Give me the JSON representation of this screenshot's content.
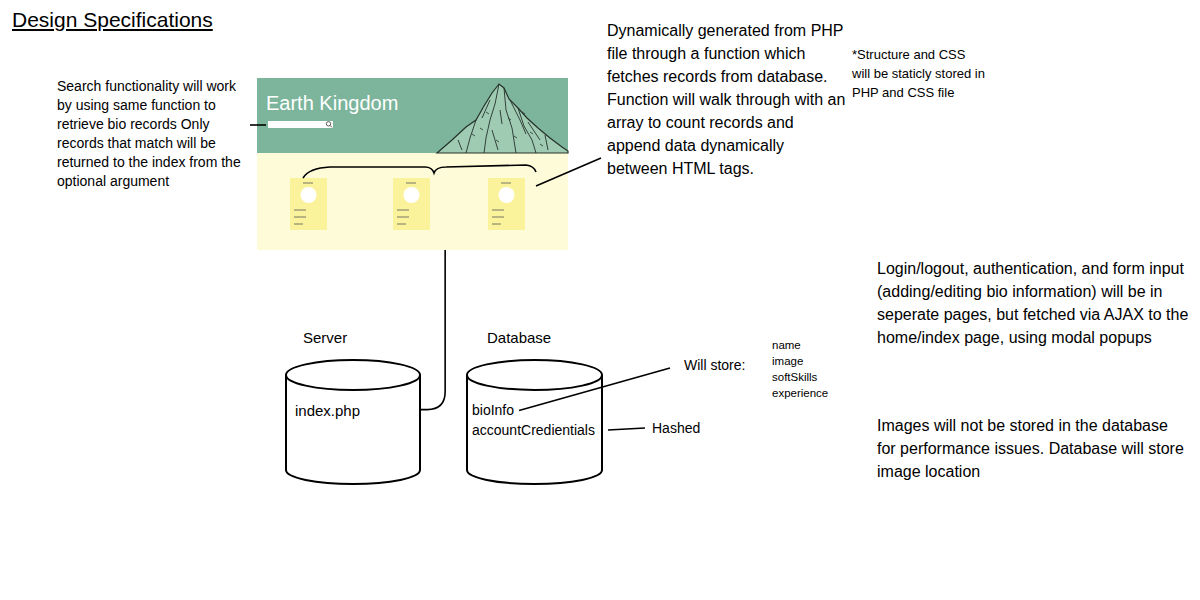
{
  "diagram": {
    "title": "Design Specifications",
    "nodes": [
      {
        "text": [
          "Earth Kingdom"
        ]
      },
      {
        "text": [
          "Server",
          "index.php"
        ]
      },
      {
        "text": [
          "Database",
          "bioInfo",
          "accountCredientials"
        ]
      }
    ],
    "edges": [
      {
        "from": 0,
        "to": 1,
        "arrow": "none"
      }
    ],
    "labels": [
      "Search functionality will work by using same function to retrieve bio records Only records that match will be returned to the index from the optional argument",
      "Dynamically generated from PHP file through a function which fetches records from database. Function will walk through with an array to count records and append data dynamically between HTML tags.",
      "*Structure and CSS will be staticly stored in PHP and CSS file",
      "Will store:",
      "name",
      "image",
      "softSkills",
      "experience",
      "Hashed",
      "Login/logout, authentication, and form input (adding/editing bio information) will be in seperate pages, but fetched via AJAX to the home/index page, using modal popups",
      "Images will not be stored in the database for performance issues. Database will store image location"
    ]
  }
}
